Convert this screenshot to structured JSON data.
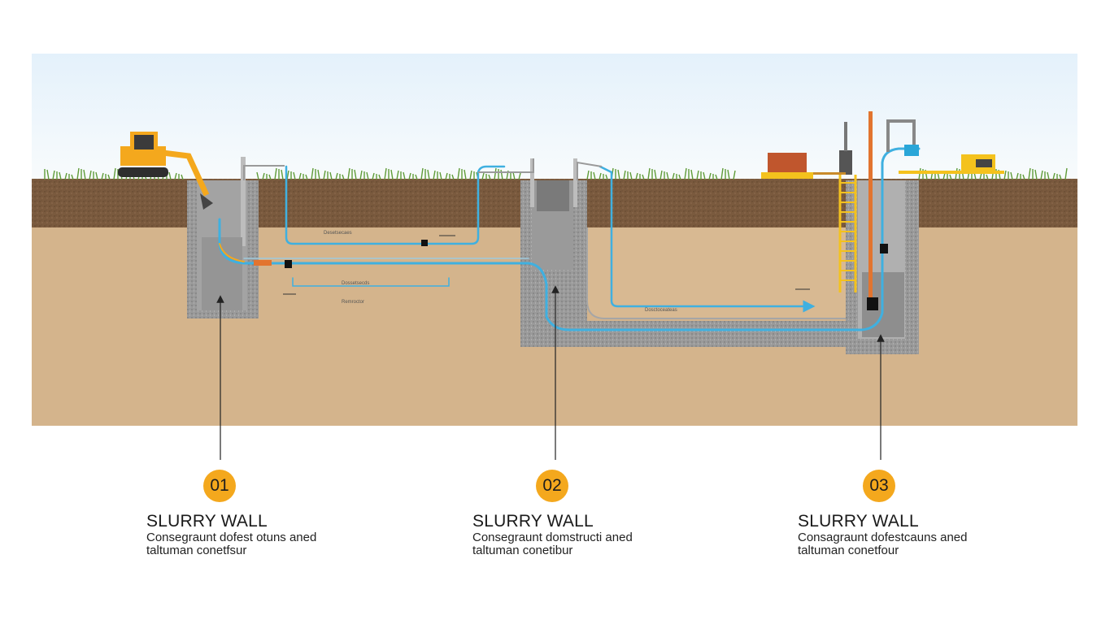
{
  "colors": {
    "sky_top": "#e4f1fb",
    "sky_bottom": "#f7fbfd",
    "topsoil": "#7a5a3e",
    "subsoil": "#d4b48c",
    "concrete": "#8c8c8c",
    "pipe": "#3fb0e0",
    "accent": "#f4a81d",
    "grass": "#5f9b38"
  },
  "annotations": {
    "label_a": "Desetsecaes",
    "label_b": "Dossetsecds",
    "label_c": "Remroctor",
    "label_d": "Dosctoceateas"
  },
  "steps": [
    {
      "number": "01",
      "title": "SLURRY WALL",
      "desc_line1": "Consegraunt dofest otuns aned",
      "desc_line2": "taltuman conetfsur"
    },
    {
      "number": "02",
      "title": "SLURRY WALL",
      "desc_line1": "Consegraunt domstructi aned",
      "desc_line2": "taltuman conetibur"
    },
    {
      "number": "03",
      "title": "SLURRY WALL",
      "desc_line1": "Consagraunt dofestcauns aned",
      "desc_line2": "taltuman conetfour"
    }
  ]
}
